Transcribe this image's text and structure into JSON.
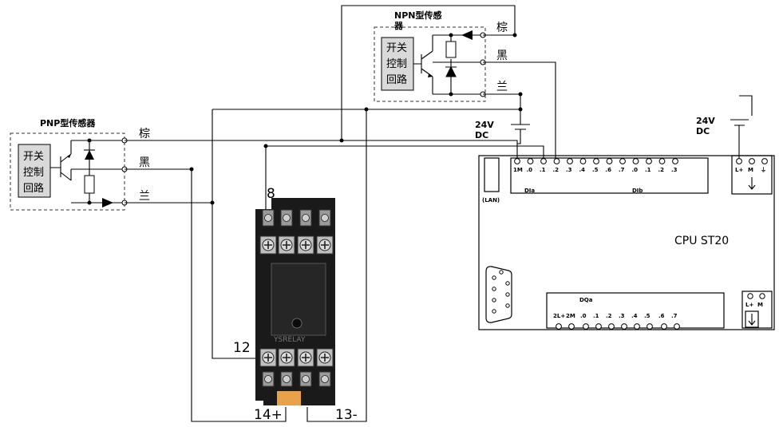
{
  "npn_sensor": {
    "title_line1": "NPN型传感",
    "title_line2": "器",
    "circuit_line1": "开关",
    "circuit_line2": "控制",
    "circuit_line3": "回路",
    "wire_brown": "棕",
    "wire_black": "黑",
    "wire_blue": "兰"
  },
  "pnp_sensor": {
    "title": "PNP型传感器",
    "circuit_line1": "开关",
    "circuit_line2": "控制",
    "circuit_line3": "回路",
    "wire_brown": "棕",
    "wire_black": "黑",
    "wire_blue": "兰"
  },
  "supply_di": {
    "voltage": "24V",
    "type": "DC"
  },
  "supply_plc": {
    "voltage": "24V",
    "type": "DC"
  },
  "relay": {
    "pin_8": "8",
    "pin_12": "12",
    "pin_14": "14+",
    "pin_13": "13-",
    "body_text": "YSRELAY"
  },
  "plc": {
    "model": "CPU  ST20",
    "lan_label": "(LAN)",
    "dia_label": "DIa",
    "dib_label": "DIb",
    "dqa_label": "DQa",
    "di_terminals": [
      "1M",
      ".0",
      ".1",
      ".2",
      ".3",
      ".4",
      ".5",
      ".6",
      ".7",
      ".0",
      ".1",
      ".2",
      ".3"
    ],
    "dq_terminals": [
      "2L+",
      "2M",
      ".0",
      ".1",
      ".2",
      ".3",
      ".4",
      ".5",
      ".6",
      ".7"
    ],
    "power_terminals": [
      "L+",
      "M",
      "⏚"
    ],
    "sensor_supply_terminals": [
      "L+",
      "M"
    ]
  },
  "colors": {
    "line": "#000000",
    "fill_gray": "#d9d9d9",
    "relay_body": "#1a1a1a"
  }
}
